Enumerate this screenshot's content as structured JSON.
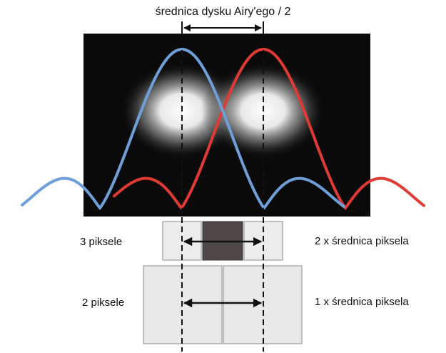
{
  "labels": {
    "title": "średnica dysku Airy'ego / 2",
    "left_top": "3 piksele",
    "left_bottom": "2 piksele",
    "right_top": "2 x średnica piksela",
    "right_bottom": "1 x średnica piksela"
  },
  "colors": {
    "background_image": "#0a0a0a",
    "curve_left": "#6f9fd8",
    "curve_right": "#e03a34",
    "pixel_light": "#ececec",
    "pixel_dark": "#4d4745",
    "pixel_large": "#e9e9e9",
    "lines": "#111111"
  },
  "rows": [
    {
      "name": "three-pixel-row",
      "pixels": [
        "light",
        "dark",
        "light"
      ]
    },
    {
      "name": "two-pixel-row",
      "pixels": [
        "light",
        "light"
      ]
    }
  ]
}
